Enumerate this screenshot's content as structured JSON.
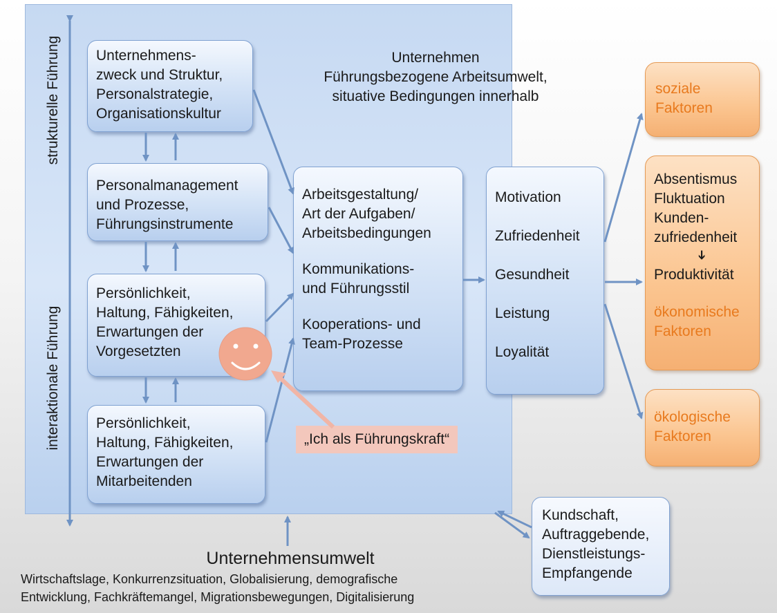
{
  "company_title": {
    "line1": "Unternehmen",
    "line2": "Führungsbezogene Arbeitsumwelt,",
    "line3": "situative Bedingungen innerhalb"
  },
  "axis": {
    "top_label": "strukturelle Führung",
    "bottom_label": "interaktionale Führung"
  },
  "left_boxes": {
    "b1": [
      "Unternehmens-",
      "zweck und Struktur,",
      "Personalstrategie,",
      "Organisationskultur"
    ],
    "b2": [
      "Personalmanagement",
      "und Prozesse,",
      "Führungsinstrumente"
    ],
    "b3": [
      "Persönlichkeit,",
      "Haltung, Fähigkeiten,",
      "Erwartungen der",
      "Vorgesetzten"
    ],
    "b4": [
      "Persönlichkeit,",
      "Haltung, Fähigkeiten,",
      "Erwartungen der",
      "Mitarbeitenden"
    ]
  },
  "middle_box": [
    "Arbeitsgestaltung/",
    "Art der Aufgaben/",
    "Arbeitsbedingungen",
    "Kommunikations-",
    "und Führungsstil",
    "Kooperations- und",
    "Team-Prozesse"
  ],
  "outcomes_box": [
    "Motivation",
    "Zufriedenheit",
    "Gesundheit",
    "Leistung",
    "Loyalität"
  ],
  "right_boxes": {
    "social": [
      "soziale",
      "Faktoren"
    ],
    "economic": [
      "Absentismus",
      "Fluktuation",
      "Kunden-",
      "zufriedenheit",
      "Produktivität",
      "ökonomische",
      "Faktoren"
    ],
    "economic_arrow": "➔",
    "ecological": [
      "ökologische",
      "Faktoren"
    ]
  },
  "ich_label": "„Ich als Führungskraft“",
  "customer_box": [
    "Kundschaft,",
    "Auftraggebende,",
    "Dienstleistungs-",
    "Empfangende"
  ],
  "environment": {
    "title": "Unternehmensumwelt",
    "line1": "Wirtschaftslage, Konkurrenzsituation, Globalisierung, demografische",
    "line2": "Entwicklung, Fachkräftemangel, Migrationsbewegungen, Digitalisierung"
  },
  "colors": {
    "company_bg": "#c6d9f2",
    "box_border": "#7fa1d1",
    "arrow": "#6f93c4",
    "orange_text": "#e87a1e",
    "orange_bg": "#fbc590",
    "pink_label": "#f3c7bc",
    "smiley": "#f1a88f"
  }
}
